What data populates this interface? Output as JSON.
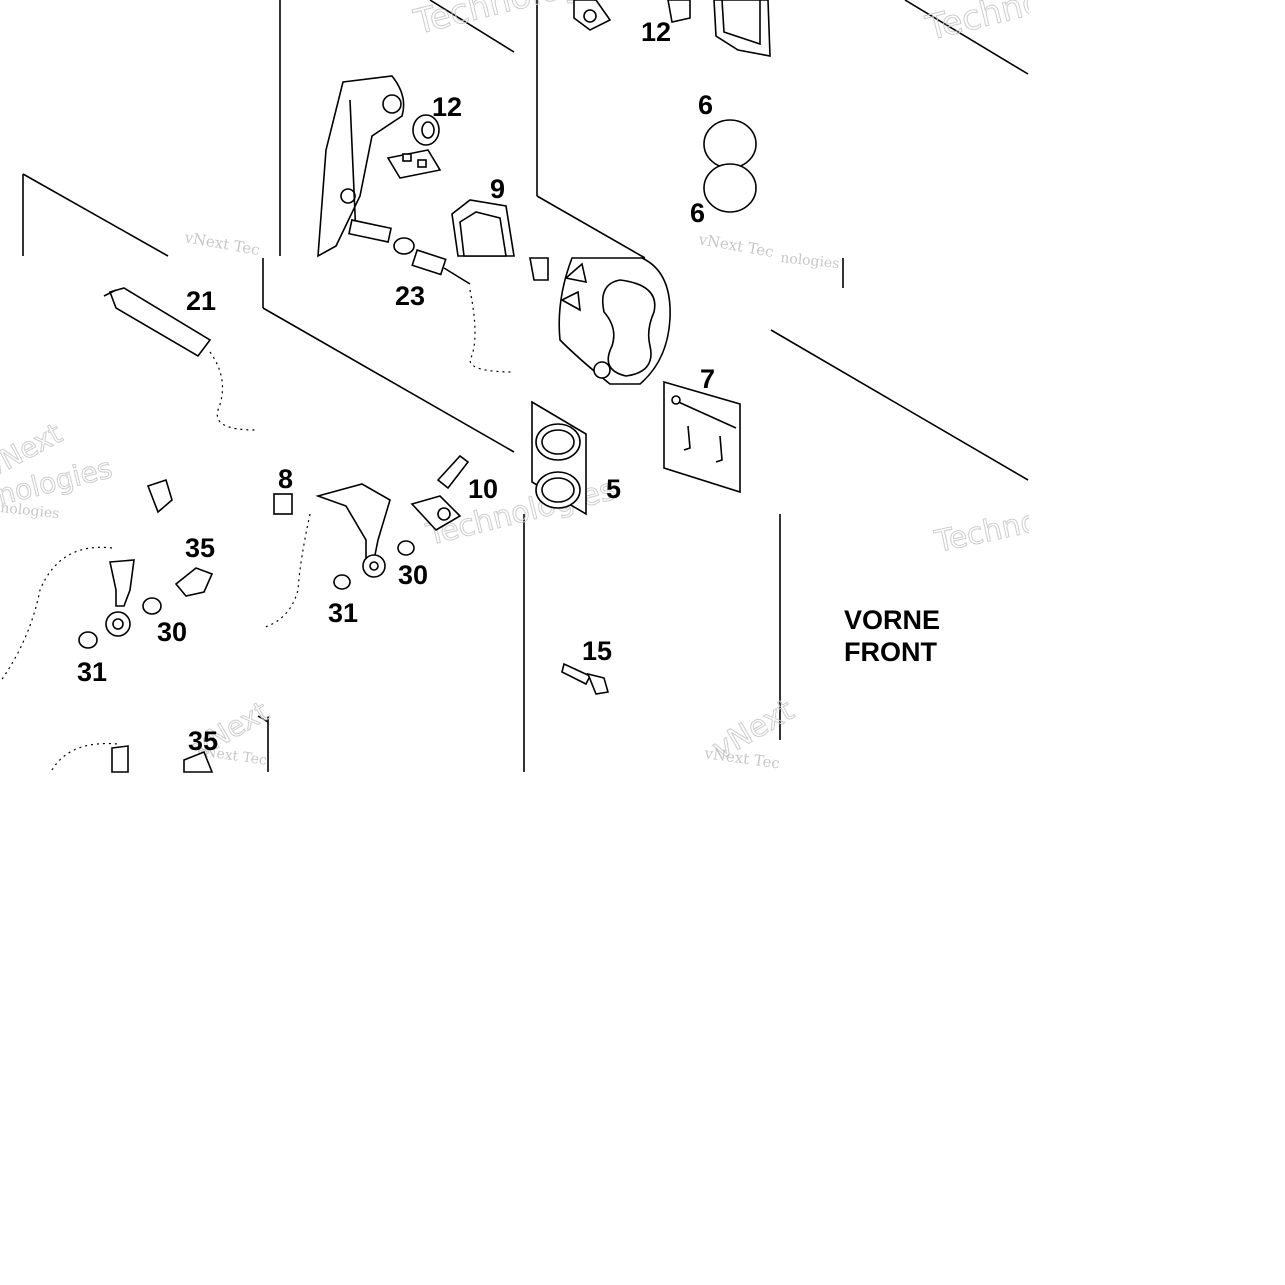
{
  "callouts": {
    "c12a": "12",
    "c12b": "12",
    "c6a": "6",
    "c6b": "6",
    "c9": "9",
    "c21": "21",
    "c23": "23",
    "c7": "7",
    "c8": "8",
    "c10": "10",
    "c5": "5",
    "c35a": "35",
    "c30a": "30",
    "c31a": "31",
    "c30b": "30",
    "c31b": "31",
    "c15": "15",
    "c35b": "35"
  },
  "orientation": {
    "line1": "VORNE",
    "line2": "FRONT"
  },
  "watermarks": {
    "brand_full": "vNext Technologies",
    "brand_tech": "Technologies",
    "brand_short": "vNext Tec",
    "brand_vnext": "vNext",
    "brand_nologies": "nologies"
  }
}
